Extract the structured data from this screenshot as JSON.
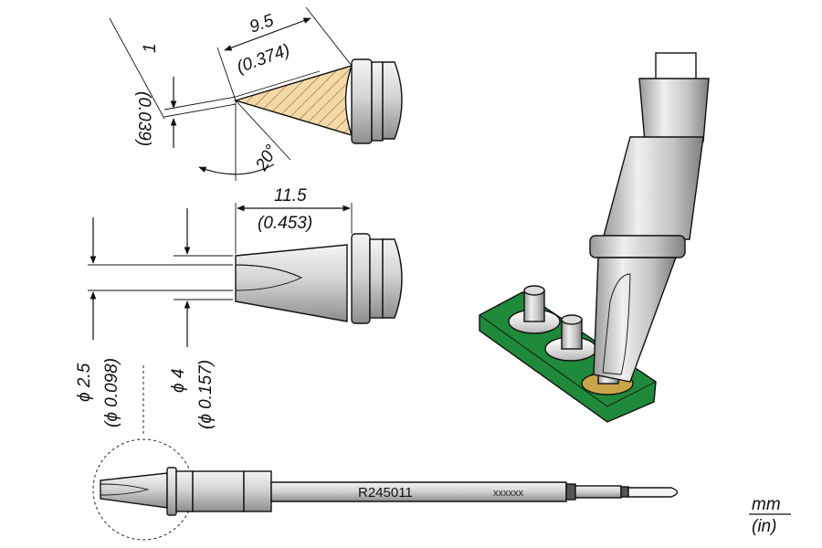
{
  "dimensions": {
    "tip_thickness_mm": "1",
    "tip_thickness_in": "(0.039)",
    "bevel_length_mm": "9.5",
    "bevel_length_in": "(0.374)",
    "bevel_angle": "20°",
    "tip_length_mm": "11.5",
    "tip_length_in": "(0.453)",
    "tip_width_mm": "ϕ 2.5",
    "tip_width_in": "(ϕ 0.098)",
    "body_diameter_mm": "ϕ 4",
    "body_diameter_in": "(ϕ 0.157)"
  },
  "cartridge": {
    "part_number": "R245011",
    "serial_placeholder": "xxxxxx"
  },
  "units": {
    "primary": "mm",
    "secondary": "(in)"
  },
  "colors": {
    "hatch_fill": "#f5d9a6",
    "pcb_green": "#1f8a3a",
    "pad_gold": "#c9a54a",
    "metal_light": "#e6e6e6",
    "metal_mid": "#a8a8a8"
  }
}
